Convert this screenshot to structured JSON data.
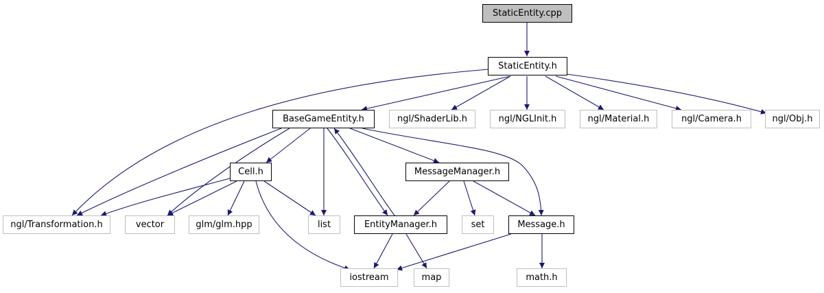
{
  "diagram": {
    "colors": {
      "edge": "#191970",
      "root_fill": "#bfbfbf",
      "local_border": "#000000",
      "system_border": "#bfbfbf"
    },
    "nodes": [
      {
        "id": "staticentity-cpp",
        "label": "StaticEntity.cpp",
        "kind": "root"
      },
      {
        "id": "staticentity-h",
        "label": "StaticEntity.h",
        "kind": "local"
      },
      {
        "id": "basegameentity-h",
        "label": "BaseGameEntity.h",
        "kind": "local"
      },
      {
        "id": "ngl-shaderlib-h",
        "label": "ngl/ShaderLib.h",
        "kind": "system"
      },
      {
        "id": "ngl-nglinit-h",
        "label": "ngl/NGLInit.h",
        "kind": "system"
      },
      {
        "id": "ngl-material-h",
        "label": "ngl/Material.h",
        "kind": "system"
      },
      {
        "id": "ngl-camera-h",
        "label": "ngl/Camera.h",
        "kind": "system"
      },
      {
        "id": "ngl-obj-h",
        "label": "ngl/Obj.h",
        "kind": "system"
      },
      {
        "id": "cell-h",
        "label": "Cell.h",
        "kind": "local"
      },
      {
        "id": "messagemanager-h",
        "label": "MessageManager.h",
        "kind": "local"
      },
      {
        "id": "ngl-transformation-h",
        "label": "ngl/Transformation.h",
        "kind": "system"
      },
      {
        "id": "vector",
        "label": "vector",
        "kind": "system"
      },
      {
        "id": "glm-glm-hpp",
        "label": "glm/glm.hpp",
        "kind": "system"
      },
      {
        "id": "list",
        "label": "list",
        "kind": "system"
      },
      {
        "id": "entitymanager-h",
        "label": "EntityManager.h",
        "kind": "local"
      },
      {
        "id": "set",
        "label": "set",
        "kind": "system"
      },
      {
        "id": "message-h",
        "label": "Message.h",
        "kind": "local"
      },
      {
        "id": "iostream",
        "label": "iostream",
        "kind": "system"
      },
      {
        "id": "map",
        "label": "map",
        "kind": "system"
      },
      {
        "id": "math-h",
        "label": "math.h",
        "kind": "system"
      }
    ],
    "edges": [
      {
        "from": "staticentity-cpp",
        "to": "staticentity-h"
      },
      {
        "from": "staticentity-h",
        "to": "basegameentity-h"
      },
      {
        "from": "staticentity-h",
        "to": "ngl-shaderlib-h"
      },
      {
        "from": "staticentity-h",
        "to": "ngl-nglinit-h"
      },
      {
        "from": "staticentity-h",
        "to": "ngl-material-h"
      },
      {
        "from": "staticentity-h",
        "to": "ngl-camera-h"
      },
      {
        "from": "staticentity-h",
        "to": "ngl-obj-h"
      },
      {
        "from": "staticentity-h",
        "to": "ngl-transformation-h"
      },
      {
        "from": "basegameentity-h",
        "to": "ngl-transformation-h"
      },
      {
        "from": "basegameentity-h",
        "to": "vector"
      },
      {
        "from": "basegameentity-h",
        "to": "cell-h"
      },
      {
        "from": "basegameentity-h",
        "to": "list"
      },
      {
        "from": "basegameentity-h",
        "to": "entitymanager-h"
      },
      {
        "from": "basegameentity-h",
        "to": "messagemanager-h"
      },
      {
        "from": "basegameentity-h",
        "to": "message-h"
      },
      {
        "from": "entitymanager-h",
        "to": "basegameentity-h"
      },
      {
        "from": "cell-h",
        "to": "ngl-transformation-h"
      },
      {
        "from": "cell-h",
        "to": "vector"
      },
      {
        "from": "cell-h",
        "to": "glm-glm-hpp"
      },
      {
        "from": "cell-h",
        "to": "list"
      },
      {
        "from": "cell-h",
        "to": "iostream"
      },
      {
        "from": "messagemanager-h",
        "to": "entitymanager-h"
      },
      {
        "from": "messagemanager-h",
        "to": "set"
      },
      {
        "from": "messagemanager-h",
        "to": "message-h"
      },
      {
        "from": "entitymanager-h",
        "to": "iostream"
      },
      {
        "from": "entitymanager-h",
        "to": "map"
      },
      {
        "from": "message-h",
        "to": "iostream"
      },
      {
        "from": "message-h",
        "to": "math-h"
      }
    ]
  }
}
